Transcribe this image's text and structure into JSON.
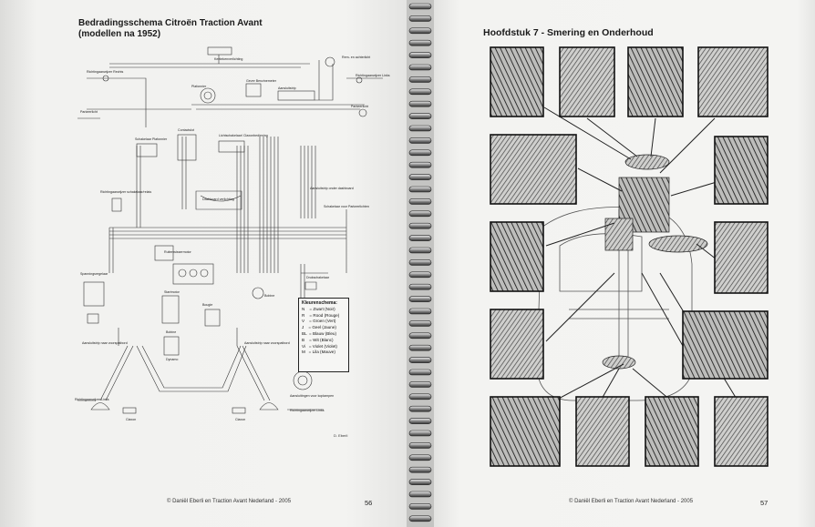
{
  "left_page": {
    "title_line1": "Bedradingsschema Citroën Traction Avant",
    "title_line2": "(modellen na 1952)",
    "footer": "© Daniël Eberli en Traction Avant Nederland - 2005",
    "page_number": "56",
    "legend": {
      "heading": "Kleurenschema:",
      "entries": [
        "N    = Zwart (Noir)",
        "R    = Rood (Rouge)",
        "V    = Groen (Vert)",
        "J    = Geel (Jaune)",
        "BL  = Blauw (Bleu)",
        "B    = Wit (Blanc)",
        "Vi   = Violet (Violet)",
        "M   = Lila (Mauve)"
      ]
    },
    "credit": "D. Eberli"
  },
  "right_page": {
    "title": "Hoofdstuk 7 - Smering en Onderhoud",
    "footer": "© Daniël Eberli en Traction Avant Nederland - 2005",
    "page_number": "57"
  }
}
